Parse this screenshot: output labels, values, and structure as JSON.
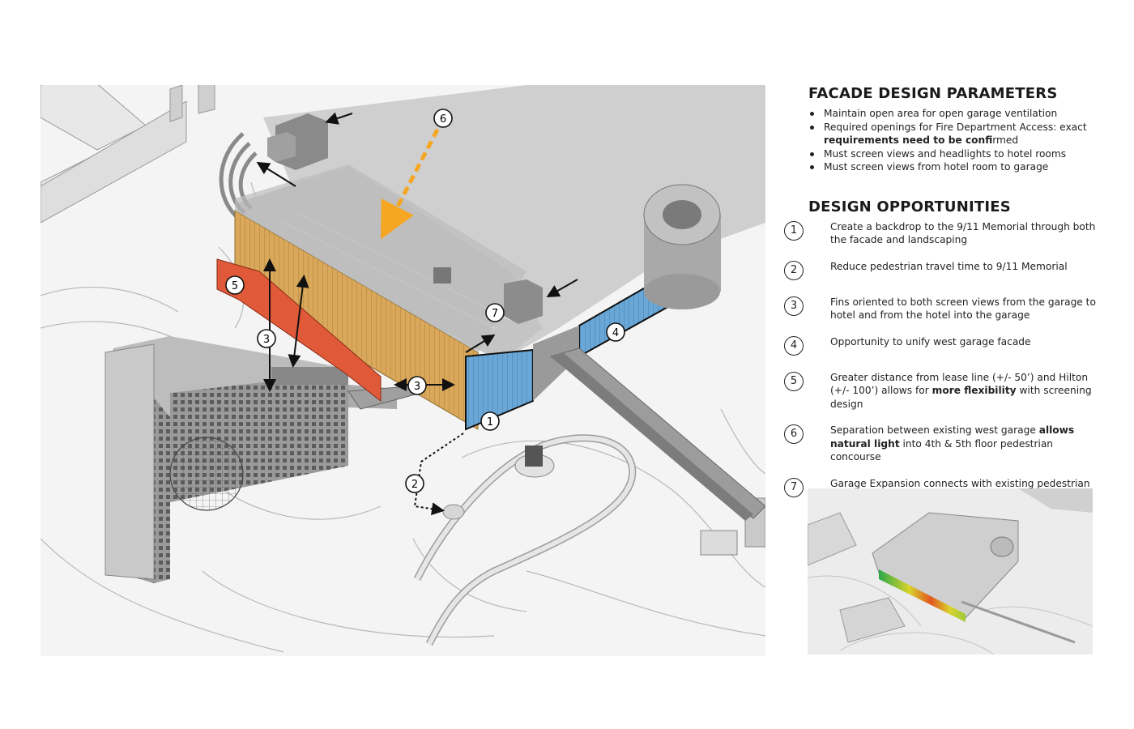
{
  "facade_title": "FACADE DESIGN PARAMETERS",
  "facade_items": [
    {
      "plain": "Maintain open area for open garage ventilation",
      "bold": "",
      "after": ""
    },
    {
      "plain": "Required openings for Fire Department Access: exact ",
      "bold": "requirements need to be confi",
      "after": "rmed"
    },
    {
      "plain": "Must screen views and headlights to hotel rooms",
      "bold": "",
      "after": ""
    },
    {
      "plain": "Must screen views from hotel room to garage",
      "bold": "",
      "after": ""
    }
  ],
  "opportunities_title": "DESIGN OPPORTUNITIES",
  "opportunities": [
    {
      "number": "1",
      "plain": "Create a backdrop to the 9/11 Memorial through both the facade and landscaping",
      "bold": "",
      "after": ""
    },
    {
      "number": "2",
      "plain": "Reduce pedestrian travel time to 9/11 Memorial",
      "bold": "",
      "after": ""
    },
    {
      "number": "3",
      "plain": "Fins oriented to both screen views from the garage to hotel and from the hotel into the garage",
      "bold": "",
      "after": ""
    },
    {
      "number": "4",
      "plain": "Opportunity to unify west garage facade",
      "bold": "",
      "after": ""
    },
    {
      "number": "5",
      "plain": "Greater distance from lease line  (+/- 50’) and Hilton (+/- 100’) allows for ",
      "bold": "more flexibility",
      "after": " with screening design"
    },
    {
      "number": "6",
      "plain": "Separation between existing west garage ",
      "bold": "allows natural light",
      "after": " into 4th & 5th floor pedestrian concourse"
    },
    {
      "number": "7",
      "plain": "Garage Expansion connects with existing pedestrian stairs and elements.",
      "bold": "",
      "after": ""
    }
  ],
  "diagram_labels": {
    "m1": "1",
    "m2": "2",
    "m3a": "3",
    "m3b": "3",
    "m4": "4",
    "m5": "5",
    "m6": "6",
    "m7": "7"
  },
  "colors": {
    "orange_screen": "#e05a3a",
    "tan_facade": "#d9a85a",
    "blue_facade": "#6aa7d6",
    "yellow_arrow": "#f5a623",
    "roof_gray": "#cfcfcf",
    "wall_gray": "#8f8f8f"
  }
}
